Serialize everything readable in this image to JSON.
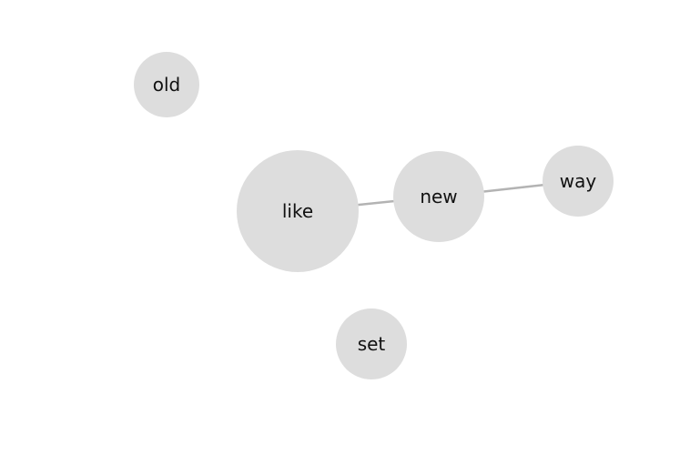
{
  "graph": {
    "node_fill": "#dddddd",
    "edge_color": "#b3b3b3",
    "label_color": "#111111",
    "nodes": [
      {
        "id": "old",
        "label": "old"
      },
      {
        "id": "like",
        "label": "like"
      },
      {
        "id": "new",
        "label": "new"
      },
      {
        "id": "way",
        "label": "way"
      },
      {
        "id": "set",
        "label": "set"
      }
    ],
    "edges": [
      {
        "source": "like",
        "target": "new"
      },
      {
        "source": "new",
        "target": "way"
      }
    ]
  }
}
